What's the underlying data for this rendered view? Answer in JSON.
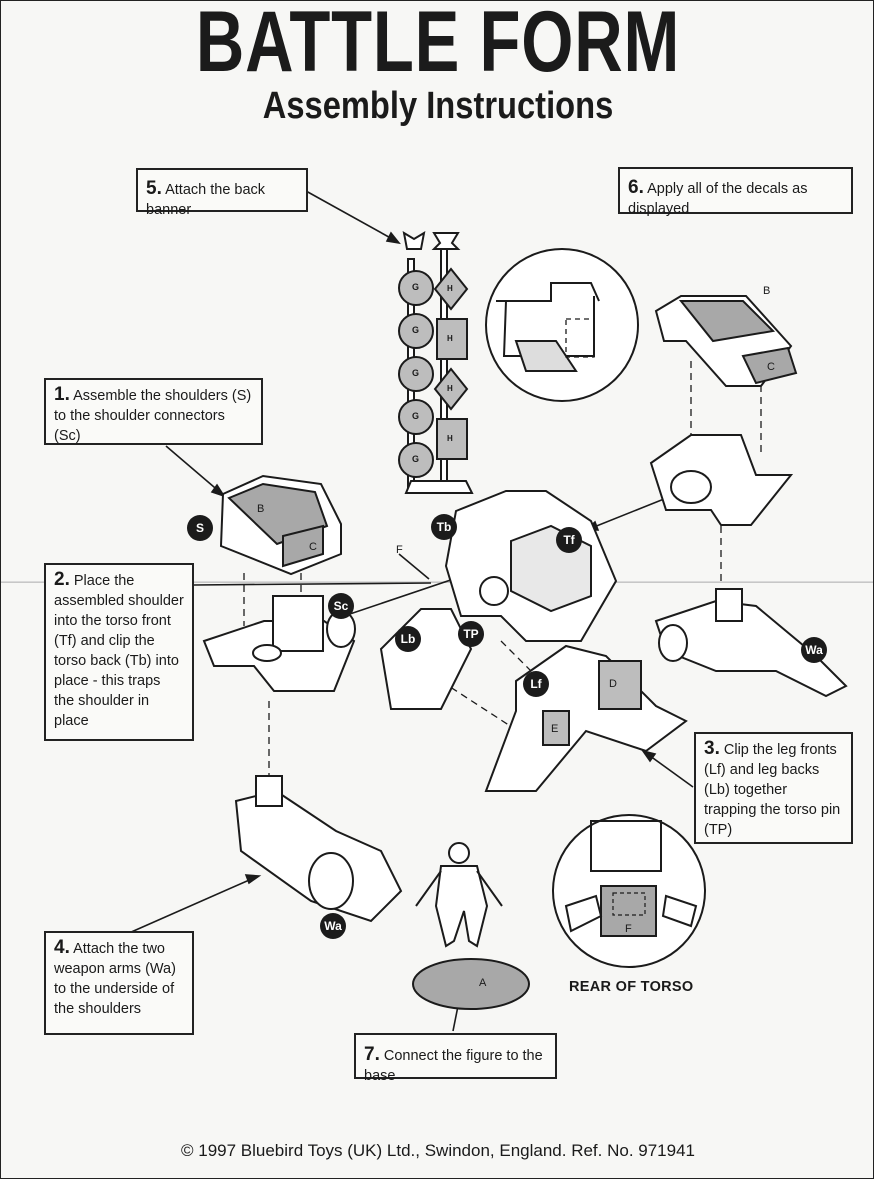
{
  "header": {
    "title": "BATTLE FORM",
    "subtitle": "Assembly Instructions"
  },
  "steps": [
    {
      "number": "1.",
      "text": "Assemble the shoulders (S) to the shoulder connectors (Sc)"
    },
    {
      "number": "2.",
      "text": "Place the assembled shoulder into the torso front (Tf) and clip the torso back (Tb) into place - this traps the shoulder in place"
    },
    {
      "number": "3.",
      "text": "Clip the leg fronts (Lf) and leg backs (Lb) together trapping the torso pin (TP)"
    },
    {
      "number": "4.",
      "text": "Attach the two weapon arms (Wa) to the underside of the shoulders"
    },
    {
      "number": "5.",
      "text": "Attach the back banner"
    },
    {
      "number": "6.",
      "text": "Apply all of the decals as displayed"
    },
    {
      "number": "7.",
      "text": "Connect the figure to the base"
    }
  ],
  "part_badges": {
    "s": "S",
    "sc": "Sc",
    "tb": "Tb",
    "tf": "Tf",
    "tp": "TP",
    "lb": "Lb",
    "lf": "Lf",
    "wa_right": "Wa",
    "wa_left": "Wa"
  },
  "decal_letters": {
    "b1": "B",
    "c1": "C",
    "b2": "B",
    "c2": "C",
    "d": "D",
    "e": "E",
    "f": "F",
    "g": [
      "G",
      "G",
      "G",
      "G",
      "G"
    ],
    "h": [
      "H",
      "H",
      "H",
      "H"
    ],
    "a": "A",
    "f_label": "F"
  },
  "rear_caption": "REAR OF TORSO",
  "footer": "© 1997 Bluebird Toys (UK) Ltd., Swindon, England. Ref. No. 971941",
  "colors": {
    "ink": "#1b1b1b",
    "decal_grey": "#9a9a9a",
    "paper": "#f7f7f5"
  }
}
